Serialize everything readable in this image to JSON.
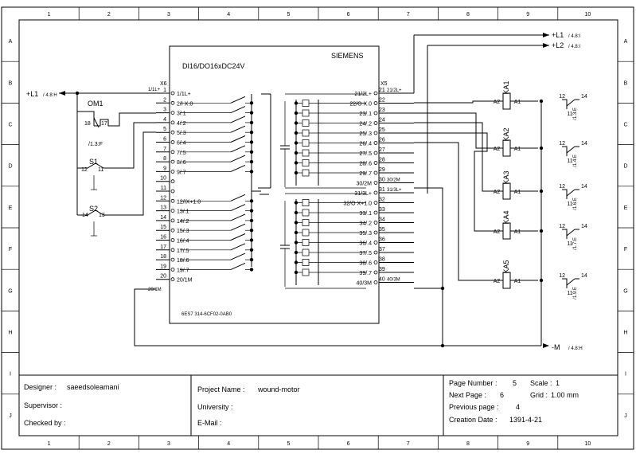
{
  "frame": {
    "columns": [
      "1",
      "2",
      "3",
      "4",
      "5",
      "6",
      "7",
      "8",
      "9",
      "10"
    ],
    "rows": [
      "A",
      "B",
      "C",
      "D",
      "E",
      "F",
      "G",
      "H",
      "I",
      "J"
    ]
  },
  "plc": {
    "brand": "SIEMENS",
    "model": "DI16/DO16xDC24V",
    "part_number": "6ES7 314-6CF02-0AB0",
    "left_connector": "X6",
    "right_connector": "X5",
    "left_header_note": "1/1L+",
    "left_footer_note": "20/1M",
    "left_terminals": [
      {
        "num": "1",
        "label": "1/1L+"
      },
      {
        "num": "2",
        "label": "2/I X.0"
      },
      {
        "num": "3",
        "label": "3/.1"
      },
      {
        "num": "4",
        "label": "4/.2"
      },
      {
        "num": "5",
        "label": "5/.3"
      },
      {
        "num": "6",
        "label": "6/.4"
      },
      {
        "num": "7",
        "label": "7/.5"
      },
      {
        "num": "8",
        "label": "8/.6"
      },
      {
        "num": "9",
        "label": "9/.7"
      },
      {
        "num": "10",
        "label": ""
      },
      {
        "num": "11",
        "label": ""
      },
      {
        "num": "12",
        "label": "12/IX+1.0"
      },
      {
        "num": "13",
        "label": "13/.1"
      },
      {
        "num": "14",
        "label": "14/.2"
      },
      {
        "num": "15",
        "label": "15/.3"
      },
      {
        "num": "16",
        "label": "16/.4"
      },
      {
        "num": "17",
        "label": "17/.5"
      },
      {
        "num": "18",
        "label": "18/.6"
      },
      {
        "num": "19",
        "label": "19/.7"
      },
      {
        "num": "20",
        "label": "20/1M"
      }
    ],
    "right_terminals": [
      {
        "num": "21",
        "label": "21/2L+",
        "note": "21/2L+"
      },
      {
        "num": "22",
        "label": "22/O X.0",
        "note": ""
      },
      {
        "num": "23",
        "label": "23/.1",
        "note": ""
      },
      {
        "num": "24",
        "label": "24/.2",
        "note": ""
      },
      {
        "num": "25",
        "label": "25/.3",
        "note": ""
      },
      {
        "num": "26",
        "label": "26/.4",
        "note": ""
      },
      {
        "num": "27",
        "label": "27/.5",
        "note": ""
      },
      {
        "num": "28",
        "label": "28/.6",
        "note": ""
      },
      {
        "num": "29",
        "label": "29/.7",
        "note": ""
      },
      {
        "num": "30",
        "label": "30/2M",
        "note": "30/2M"
      },
      {
        "num": "31",
        "label": "31/3L+",
        "note": "31/3L+"
      },
      {
        "num": "32",
        "label": "32/O X+1.0",
        "note": ""
      },
      {
        "num": "33",
        "label": "33/.1",
        "note": ""
      },
      {
        "num": "34",
        "label": "34/.2",
        "note": ""
      },
      {
        "num": "35",
        "label": "35/.3",
        "note": ""
      },
      {
        "num": "36",
        "label": "36/.4",
        "note": ""
      },
      {
        "num": "37",
        "label": "37/.5",
        "note": ""
      },
      {
        "num": "38",
        "label": "38/.6",
        "note": ""
      },
      {
        "num": "39",
        "label": "39/.7",
        "note": ""
      },
      {
        "num": "40",
        "label": "40/3M",
        "note": "40/3M"
      }
    ]
  },
  "supply": {
    "l1_left": "+L1",
    "l1_left_ref": "/ 4.8:H",
    "l1_right": "+L1",
    "l1_right_ref": "/ 4.8:I",
    "l2_right": "+L2",
    "l2_right_ref": "/ 4.8:I",
    "m_right": "-M",
    "m_right_ref": "/ 4.8:H"
  },
  "inputs": {
    "om1": {
      "name": "OM1",
      "pin_a": "18",
      "pin_b": "17",
      "ref": "/1.3:F"
    },
    "s1": {
      "name": "S1",
      "pin_a": "12",
      "pin_b": "11"
    },
    "s2": {
      "name": "S2",
      "pin_a": "14",
      "pin_b": "13"
    }
  },
  "relays": [
    {
      "name": "KA1",
      "a1": "A1",
      "a2": "A2",
      "c11": "11",
      "c12": "12",
      "c14": "14",
      "ref": "/1.3:E"
    },
    {
      "name": "KA2",
      "a1": "A1",
      "a2": "A2",
      "c11": "11",
      "c12": "12",
      "c14": "14",
      "ref": "/1.4:E"
    },
    {
      "name": "KA3",
      "a1": "A1",
      "a2": "A2",
      "c11": "11",
      "c12": "12",
      "c14": "14",
      "ref": "/1.6:E"
    },
    {
      "name": "KA4",
      "a1": "A1",
      "a2": "A2",
      "c11": "11",
      "c12": "12",
      "c14": "14",
      "ref": "/1.7:E"
    },
    {
      "name": "KA5",
      "a1": "A1",
      "a2": "A2",
      "c11": "11",
      "c12": "12",
      "c14": "14",
      "ref": "/1.9:E"
    }
  ],
  "title_block": {
    "designer_label": "Designer :",
    "designer_value": "saeedsoleamani",
    "supervisor_label": "Supervisor :",
    "checked_label": "Checked by :",
    "project_label": "Project Name :",
    "project_value": "wound-motor",
    "university_label": "University :",
    "email_label": "E-Mail :",
    "page_number_label": "Page Number :",
    "page_number_value": "5",
    "scale_label": "Scale :",
    "scale_value": "1",
    "next_page_label": "Next Page :",
    "next_page_value": "6",
    "grid_label": "Grid :",
    "grid_value": "1.00 mm",
    "previous_page_label": "Previous page :",
    "previous_page_value": "4",
    "creation_date_label": "Creation Date :",
    "creation_date_value": "1391-4-21"
  }
}
